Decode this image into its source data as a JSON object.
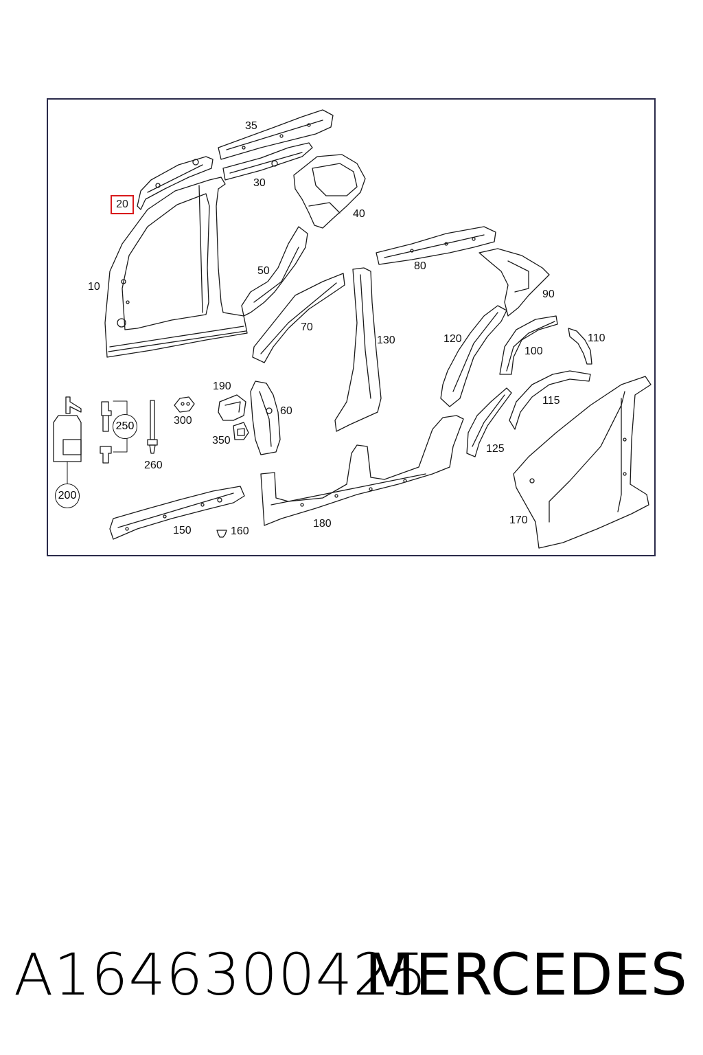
{
  "diagram": {
    "highlighted_callout": "20",
    "callouts": {
      "c10": "10",
      "c35": "35",
      "c30": "30",
      "c40": "40",
      "c50": "50",
      "c80": "80",
      "c90": "90",
      "c70": "70",
      "c130": "130",
      "c120": "120",
      "c100": "100",
      "c110": "110",
      "c190": "190",
      "c60": "60",
      "c300": "300",
      "c350": "350",
      "c250": "250",
      "c260": "260",
      "c200": "200",
      "c115": "115",
      "c125": "125",
      "c150": "150",
      "c160": "160",
      "c180": "180",
      "c170": "170"
    }
  },
  "footer": {
    "part_number": "A1646300425",
    "brand": "MERCEDES"
  }
}
